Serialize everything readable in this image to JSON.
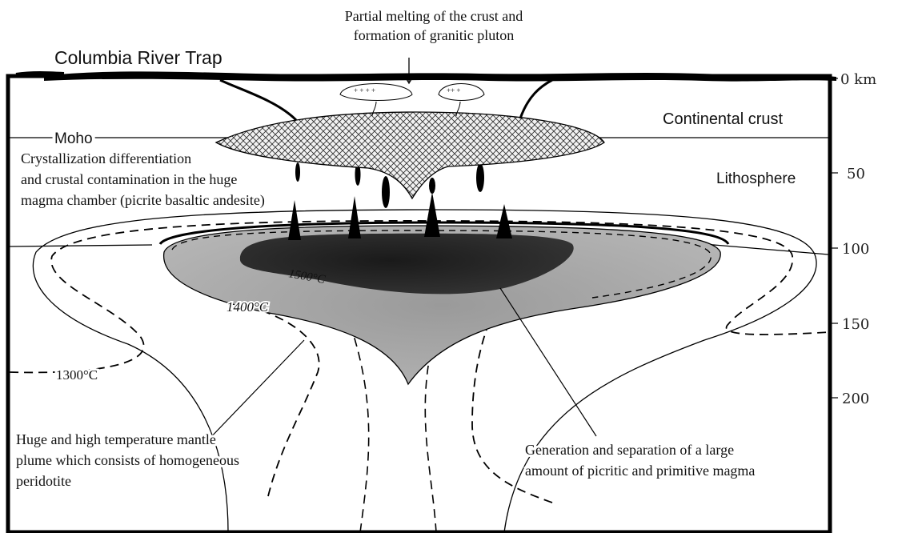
{
  "top_annotation": {
    "line1": "Partial melting of the crust and",
    "line2": "formation of granitic pluton"
  },
  "title": "Columbia River Trap",
  "layers": {
    "moho": "Moho",
    "continental_crust": "Continental crust",
    "lithosphere": "Lithosphere"
  },
  "magma_chamber_note": {
    "line1": "Crystallization differentiation",
    "line2": "and crustal contamination in the huge",
    "line3": "magma chamber (picrite   basaltic andesite)"
  },
  "isotherms": {
    "t1500": "1500°C",
    "t1400": "1400°C",
    "t1300": "1300°C"
  },
  "plume_note": {
    "line1": "Huge and high temperature mantle",
    "line2": "plume which consists of homogeneous",
    "line3": "peridotite"
  },
  "magma_note": {
    "line1": "Generation and separation of a large",
    "line2": "amount of picritic and primitive magma"
  },
  "depth_axis": {
    "ticks": [
      "0 km",
      "50",
      "100",
      "150",
      "200"
    ]
  }
}
